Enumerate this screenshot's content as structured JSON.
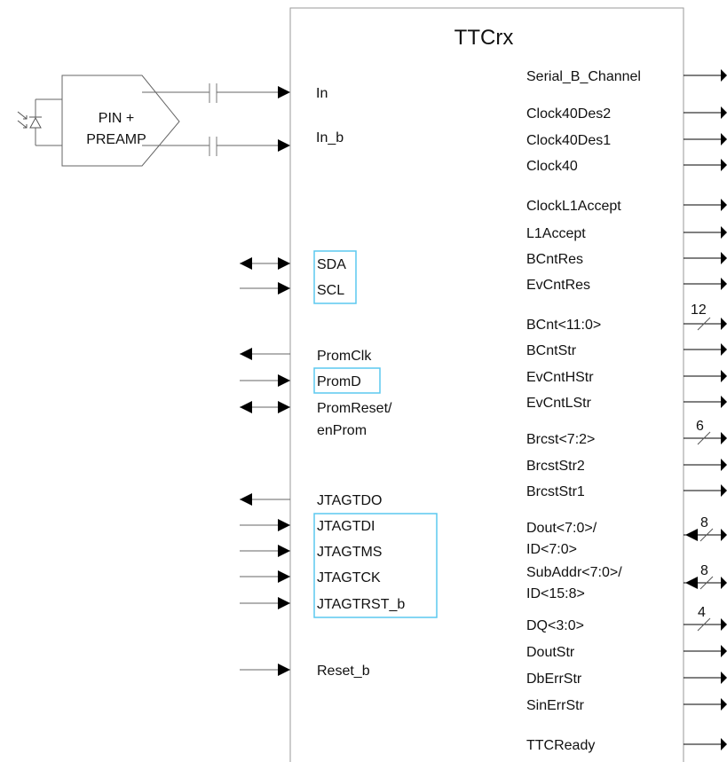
{
  "chip": {
    "title": "TTCrx",
    "preamp_label_1": "PIN +",
    "preamp_label_2": "PREAMP"
  },
  "left_pins": {
    "in": "In",
    "in_b": "In_b",
    "sda": "SDA",
    "scl": "SCL",
    "promclk": "PromClk",
    "promd": "PromD",
    "promreset_1": "PromReset/",
    "promreset_2": "enProm",
    "jtagtdo": "JTAGTDO",
    "jtagtdi": "JTAGTDI",
    "jtagtms": "JTAGTMS",
    "jtagtck": "JTAGTCK",
    "jtagtrst": "JTAGTRST_b",
    "reset_b": "Reset_b"
  },
  "right_pins": {
    "serial_b_channel": "Serial_B_Channel",
    "clock40des2": "Clock40Des2",
    "clock40des1": "Clock40Des1",
    "clock40": "Clock40",
    "clockl1accept": "ClockL1Accept",
    "l1accept": "L1Accept",
    "bcntres": "BCntRes",
    "evcntres": "EvCntRes",
    "bcnt": "BCnt<11:0>",
    "bcntstr": "BCntStr",
    "evcnthstr": "EvCntHStr",
    "evcntlstr": "EvCntLStr",
    "brcst": "Brcst<7:2>",
    "brcststr2": "BrcstStr2",
    "brcststr1": "BrcstStr1",
    "dout_1": "Dout<7:0>/",
    "dout_2": "ID<7:0>",
    "subaddr_1": "SubAddr<7:0>/",
    "subaddr_2": "ID<15:8>",
    "dq": "DQ<3:0>",
    "doutstr": "DoutStr",
    "dberrstr": "DbErrStr",
    "sinerrstr": "SinErrStr",
    "ttcready": "TTCReady"
  },
  "bus_widths": {
    "bcnt": "12",
    "brcst": "6",
    "dout": "8",
    "subaddr": "8",
    "dq": "4"
  }
}
